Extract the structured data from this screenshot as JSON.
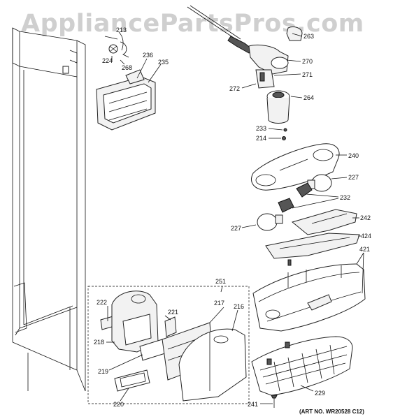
{
  "watermark": "AppliancePartsPros.com",
  "art_number": "(ART NO. WR20528 C12)",
  "callouts": {
    "c213": "213",
    "c224": "224",
    "c268": "268",
    "c236": "236",
    "c235": "235",
    "c263": "263",
    "c270": "270",
    "c271": "271",
    "c272": "272",
    "c264": "264",
    "c233": "233",
    "c214": "214",
    "c240": "240",
    "c227a": "227",
    "c232": "232",
    "c242": "242",
    "c227b": "227",
    "c424": "424",
    "c421": "421",
    "c251": "251",
    "c222": "222",
    "c221": "221",
    "c217": "217",
    "c216": "216",
    "c218": "218",
    "c219": "219",
    "c220": "220",
    "c229": "229",
    "c241": "241"
  }
}
